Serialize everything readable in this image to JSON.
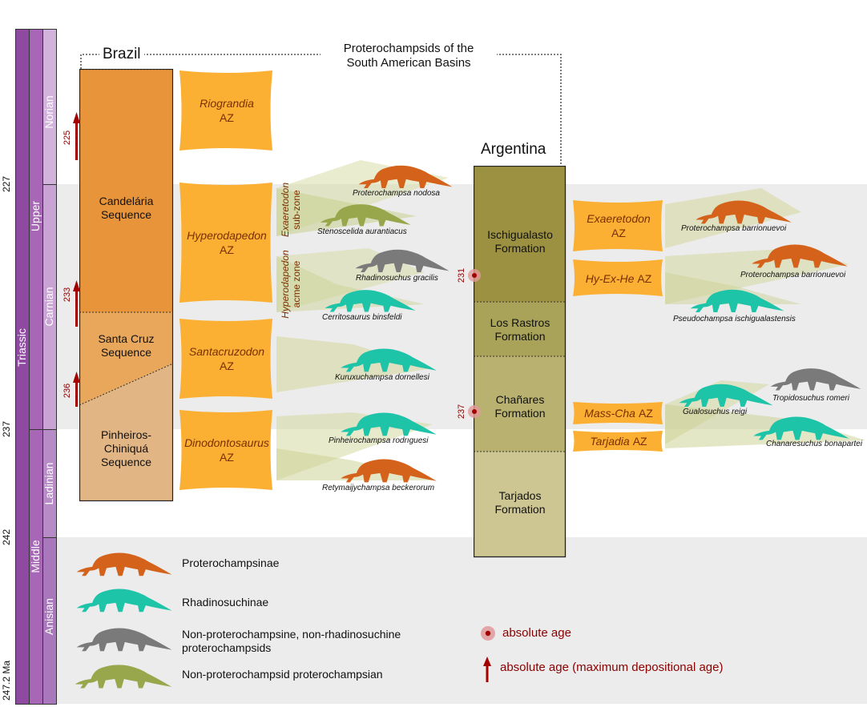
{
  "header": {
    "brazil": "Brazil",
    "argentina": "Argentina",
    "title_line1": "Proterochampsids of the",
    "title_line2": "South American Basins"
  },
  "timescale": {
    "period": "Triassic",
    "epochs": [
      "Upper",
      "Middle"
    ],
    "stages": [
      "Norian",
      "Carnian",
      "Ladinian",
      "Anisian"
    ],
    "ma_ticks": [
      "227",
      "237",
      "242",
      "247.2 Ma"
    ]
  },
  "brazil": {
    "sequences": [
      {
        "name": "Candelária\nSequence"
      },
      {
        "name": "Santa Cruz\nSequence"
      },
      {
        "name": "Pinheiros-\nChiniquá\nSequence"
      }
    ],
    "ages": [
      "225",
      "233",
      "236"
    ],
    "assemblage_zones": [
      {
        "genus": "Riograndia",
        "suffix": "AZ"
      },
      {
        "genus": "Hyperodapedon",
        "suffix": "AZ"
      },
      {
        "genus": "Santacruzodon",
        "suffix": "AZ"
      },
      {
        "genus": "Dinodontosaurus",
        "suffix": "AZ"
      }
    ],
    "subzones": [
      {
        "genus": "Exaeretodon",
        "label": "sub-zone"
      },
      {
        "genus": "Hyperodapedon",
        "label": "acme zone"
      }
    ],
    "species": [
      "Proterochampsa nodosa",
      "Stenoscelida aurantiacus",
      "Rhadinosuchus gracilis",
      "Cerritosaurus binsfeldi",
      "Kuruxuchampsa dornellesi",
      "Pinheirochampsa rodrıguesi",
      "Retymaijychampsa beckerorum"
    ]
  },
  "argentina": {
    "formations": [
      {
        "name": "Ischigualasto\nFormation"
      },
      {
        "name": "Los Rastros\nFormation"
      },
      {
        "name": "Chañares\nFormation"
      },
      {
        "name": "Tarjados\nFormation"
      }
    ],
    "ages": [
      "231",
      "237"
    ],
    "assemblage_zones": [
      {
        "genus": "Exaeretodon",
        "suffix": "AZ"
      },
      {
        "genus": "Hy-Ex-He",
        "suffix": "AZ"
      },
      {
        "genus": "Mass-Cha",
        "suffix": "AZ"
      },
      {
        "genus": "Tarjadia",
        "suffix": "AZ"
      }
    ],
    "species": [
      "Proterochampsa barrionuevoi",
      "Proterochampsa barrionuevoi",
      "Pseudochampsa ischigualastensis",
      "Tropidosuchus romeri",
      "Gualosuchus reigi",
      "Chanaresuchus bonapartei"
    ]
  },
  "legend": {
    "items": [
      {
        "label": "Proterochampsinae",
        "color": "#d4621a"
      },
      {
        "label": "Rhadinosuchinae",
        "color": "#1ec4a8"
      },
      {
        "label": "Non-proterochampsine, non-rhadinosuchine\nproterochampsids",
        "color": "#7a7a7a"
      },
      {
        "label": "Non-proterochampsid proterochampsian",
        "color": "#98a74c"
      }
    ],
    "absolute_age": "absolute age",
    "max_depositional_age": "absolute age (maximum depositional age)"
  },
  "colors": {
    "orange": "#d4621a",
    "teal": "#1ec4a8",
    "gray": "#7a7a7a",
    "olive": "#98a74c",
    "az_fill": "#fbb034",
    "dark_red": "#8b0000",
    "purple": "#8e4aa0"
  }
}
